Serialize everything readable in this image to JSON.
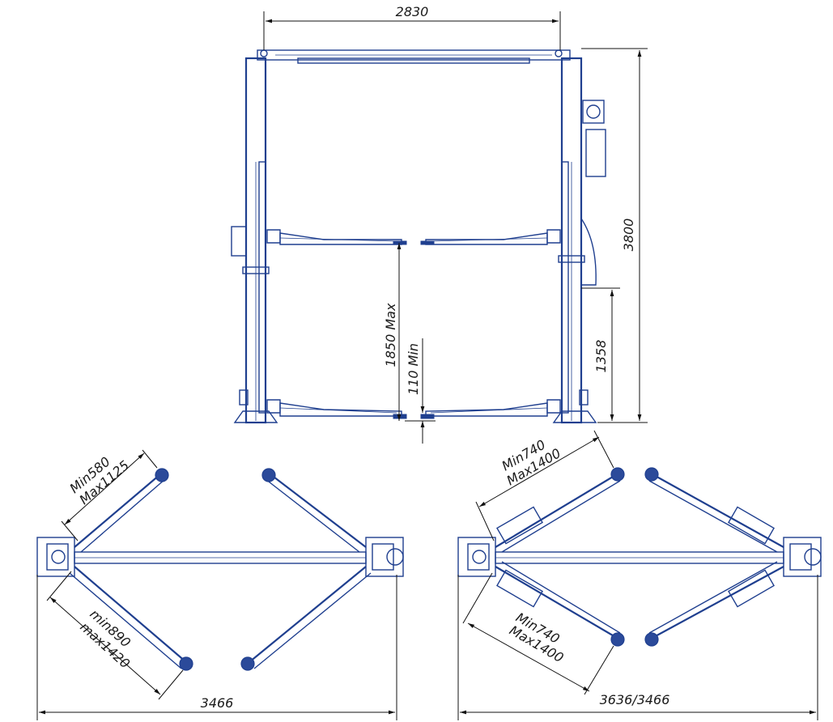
{
  "front_view": {
    "width_label": "2830",
    "height_label": "3800",
    "max_lift_label": "1850 Max",
    "min_lift_label": "110 Min",
    "motor_height_label": "1358"
  },
  "plan_view_left": {
    "arm_short_label_1": "Min580",
    "arm_short_label_2": "Max1125",
    "arm_long_label_1": "min890",
    "arm_long_label_2": "max1420",
    "total_width_label": "3466"
  },
  "plan_view_right": {
    "arm_top_label_1": "Min740",
    "arm_top_label_2": "Max1400",
    "arm_bottom_label_1": "Min740",
    "arm_bottom_label_2": "Max1400",
    "total_width_label": "3636/3466"
  },
  "colors": {
    "line": "#1f3f8f",
    "dimension": "#111111"
  }
}
